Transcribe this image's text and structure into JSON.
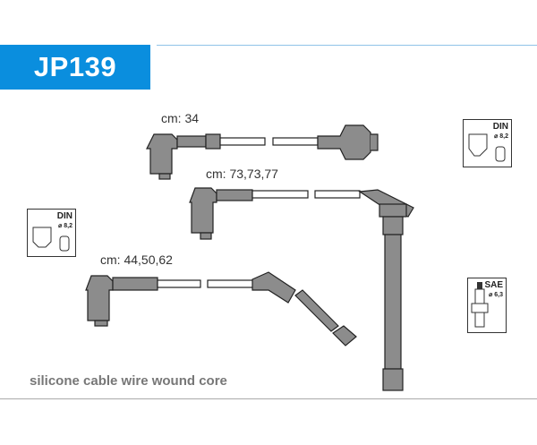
{
  "part_number": "JP139",
  "wires": [
    {
      "label": "cm: 34"
    },
    {
      "label": "cm: 73,73,77"
    },
    {
      "label": "cm: 44,50,62"
    }
  ],
  "icons": {
    "din_top": {
      "title": "DIN",
      "spec": "⌀ 8,2"
    },
    "din_left": {
      "title": "DIN",
      "spec": "⌀ 8,2"
    },
    "sae": {
      "title": "SAE",
      "spec": "⌀ 6,3"
    }
  },
  "footer": "silicone cable wire wound core",
  "colors": {
    "brand": "#0a8ede",
    "part_fill": "#8c8c8c"
  }
}
